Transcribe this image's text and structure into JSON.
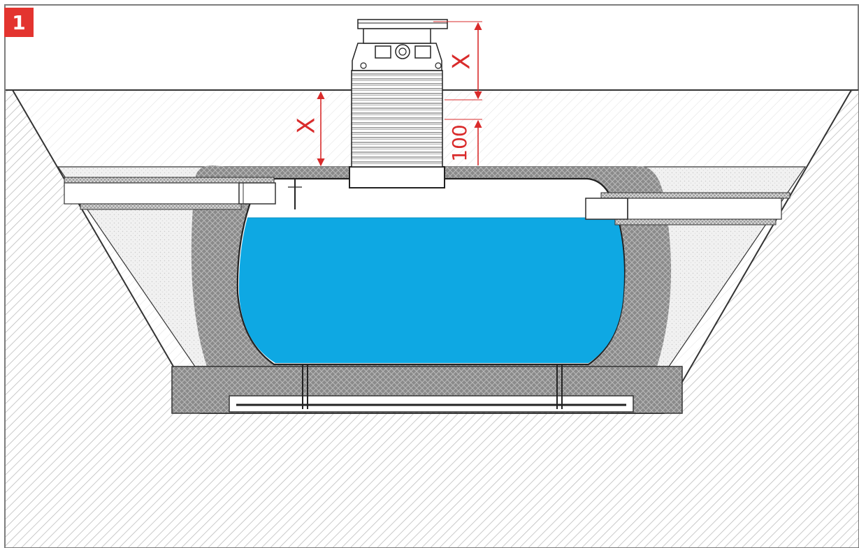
{
  "figure": {
    "badge_number": "1",
    "dimension_labels": {
      "cover_clearance": "X",
      "shaft_height": "X",
      "shaft_offset": "100"
    }
  },
  "colors": {
    "badge": "#e3342f",
    "dimension": "#d92b2b",
    "water": "#0ea8e3",
    "backfill": "#777777",
    "bedding": "#ededed",
    "soil_hatch": "#b4b4b4",
    "outline": "#333333"
  }
}
